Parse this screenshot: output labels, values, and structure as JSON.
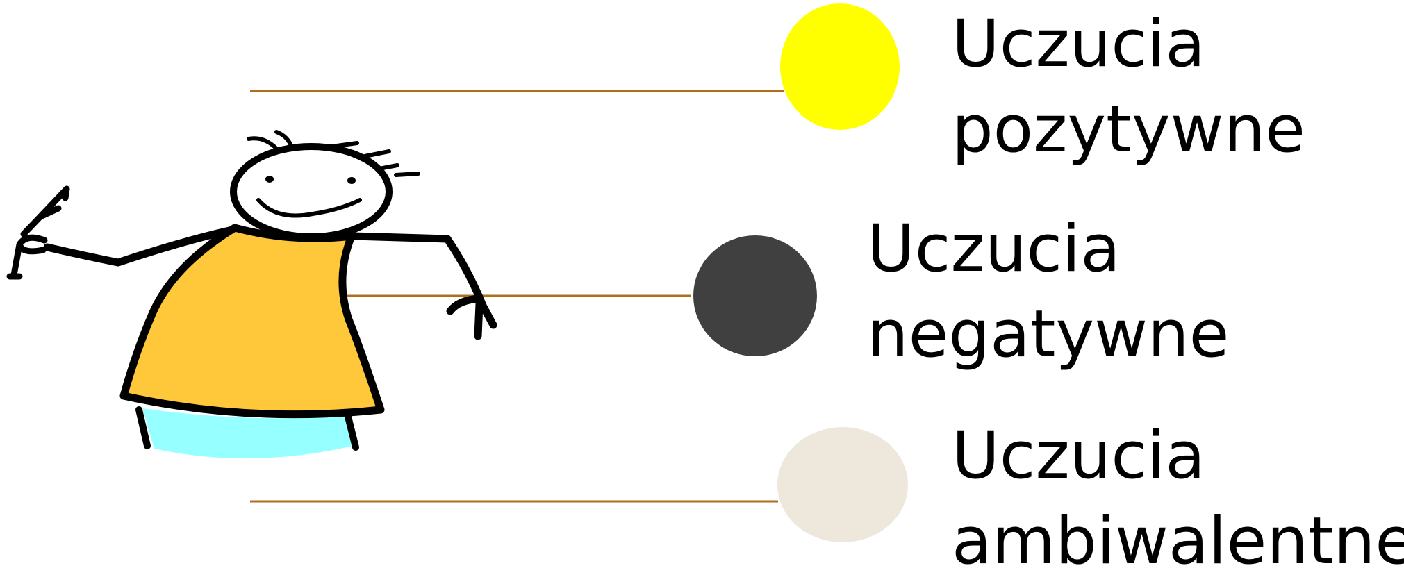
{
  "items": [
    {
      "line1": "Uczucia",
      "line2": "pozytywne",
      "color": "#FFFF00"
    },
    {
      "line1": "Uczucia",
      "line2": "negatywne",
      "color": "#404040"
    },
    {
      "line1": "Uczucia",
      "line2": "ambiwalentne",
      "color": "#EEE7DC"
    }
  ],
  "connector_color": "#B06E1C",
  "figure": {
    "shirt_color": "#FFC83A",
    "shorts_color": "#96FFFF",
    "outline_color": "#000000"
  }
}
